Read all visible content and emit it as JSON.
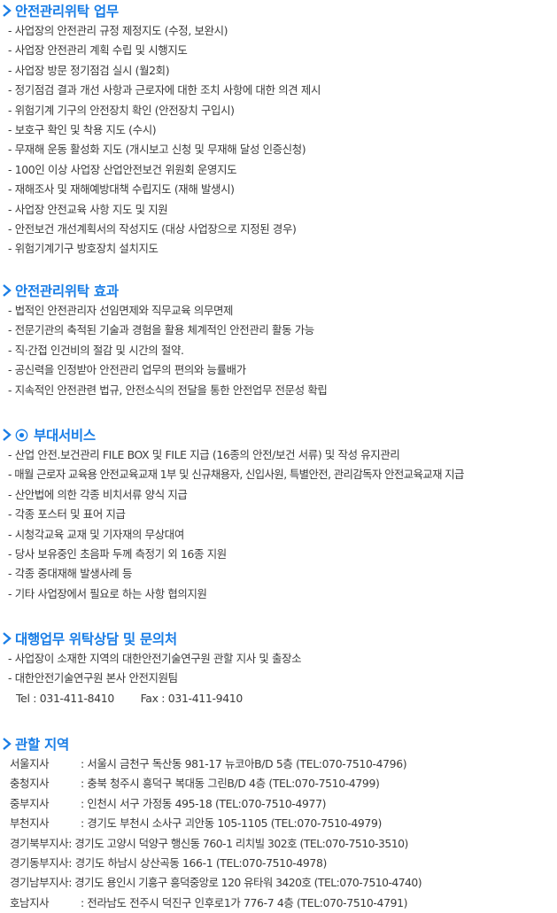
{
  "colors": {
    "accent": "#1a7ee6",
    "text": "#3a3a3a",
    "background": "#ffffff"
  },
  "sections": {
    "duties": {
      "title": "안전관리위탁 업무",
      "icon": "chevron-right-icon",
      "items": [
        "사업장의 안전관리 규정 제정지도 (수정, 보완시)",
        "사업장 안전관리 계획 수립 및 시행지도",
        "사업장 방문 정기점검 실시 (월2회)",
        "정기점검 결과 개선 사항과 근로자에 대한 조치 사항에 대한 의견 제시",
        "위험기계 기구의 안전장치 확인 (안전장치 구입시)",
        "보호구 확인 및 착용 지도 (수시)",
        "무재해 운동 활성화 지도 (개시보고 신청 및 무재해 달성 인증신청)",
        "100인 이상 사업장 산업안전보건 위원회 운영지도",
        "재해조사 및 재해예방대책 수립지도 (재해 발생시)",
        "사업장 안전교육 사항 지도 및 지원",
        "안전보건 개선계획서의 작성지도 (대상 사업장으로 지정된 경우)",
        "위험기계기구 방호장치 설치지도"
      ]
    },
    "effects": {
      "title": "안전관리위탁 효과",
      "icon": "chevron-right-icon",
      "items": [
        "법적인 안전관리자 선임면제와 직무교육 의무면제",
        "전문기관의 축적된 기술과 경험을 활용 체계적인 안전관리 활동 가능",
        "직·간접 인건비의 절감 및 시간의 절약.",
        "공신력을 인정받아 안전관리 업무의 편의와 능률배가",
        "지속적인 안전관련 법규, 안전소식의 전달을 통한 안전업무 전문성 확립"
      ]
    },
    "services": {
      "title": "부대서비스",
      "icon": "chevron-right-icon",
      "secondary_icon": "radio-dot-icon",
      "items": [
        "산업 안전.보건관리 FILE BOX 및 FILE 지급 (16종의 안전/보건 서류) 및 작성 유지관리",
        "매월 근로자 교육용 안전교육교재 1부 및 신규채용자, 신입사원, 특별안전, 관리감독자 안전교육교재 지급",
        "산안법에 의한 각종 비치서류 양식 지급",
        "각종 포스터 및 표어 지급",
        "시청각교육 교재 및 기자재의 무상대여",
        "당사 보유중인 초음파 두께 측정기 외 16종 지원",
        "각종 중대재해 발생사례 등",
        "기타 사업장에서 필요로 하는 사항 협의지원"
      ]
    },
    "inquiry": {
      "title": "대행업무 위탁상담 및 문의처",
      "icon": "chevron-right-icon",
      "items": [
        "사업장이 소재한 지역의 대한안전기술연구원 관할 지사 및 출장소",
        "대한안전기술연구원 본사 안전지원팀"
      ],
      "tel": "Tel : 031-411-8410",
      "fax": "Fax : 031-411-9410"
    },
    "regions": {
      "title": "관할 지역",
      "icon": "chevron-right-icon",
      "rows": [
        {
          "name": "서울지사",
          "info": ": 서울시 금천구 독산동 981-17 뉴코아B/D 5층 (TEL:070-7510-4796)"
        },
        {
          "name": "충청지사",
          "info": ": 충북 청주시 흥덕구 복대동 그린B/D 4층 (TEL:070-7510-4799)"
        },
        {
          "name": "중부지사",
          "info": ": 인천시 서구 가정동 495-18 (TEL:070-7510-4977)"
        },
        {
          "name": "부천지사",
          "info": ": 경기도 부천시 소사구 괴안동 105-1105 (TEL:070-7510-4979)"
        },
        {
          "name": "경기북부지사",
          "info": ": 경기도 고양시 덕양구 행신동 760-1 리치빌 302호 (TEL:070-7510-3510)"
        },
        {
          "name": "경기동부지사",
          "info": ": 경기도 하남시 상산곡동 166-1 (TEL:070-7510-4978)"
        },
        {
          "name": "경기남부지사",
          "info": ": 경기도 용인시 기흥구 흥덕중앙로 120 유타워 3420호 (TEL:070-7510-4740)"
        },
        {
          "name": "호남지사",
          "info": ": 전라남도 전주시 덕진구 인후로1가 776-7 4층 (TEL:070-7510-4791)"
        }
      ]
    }
  }
}
